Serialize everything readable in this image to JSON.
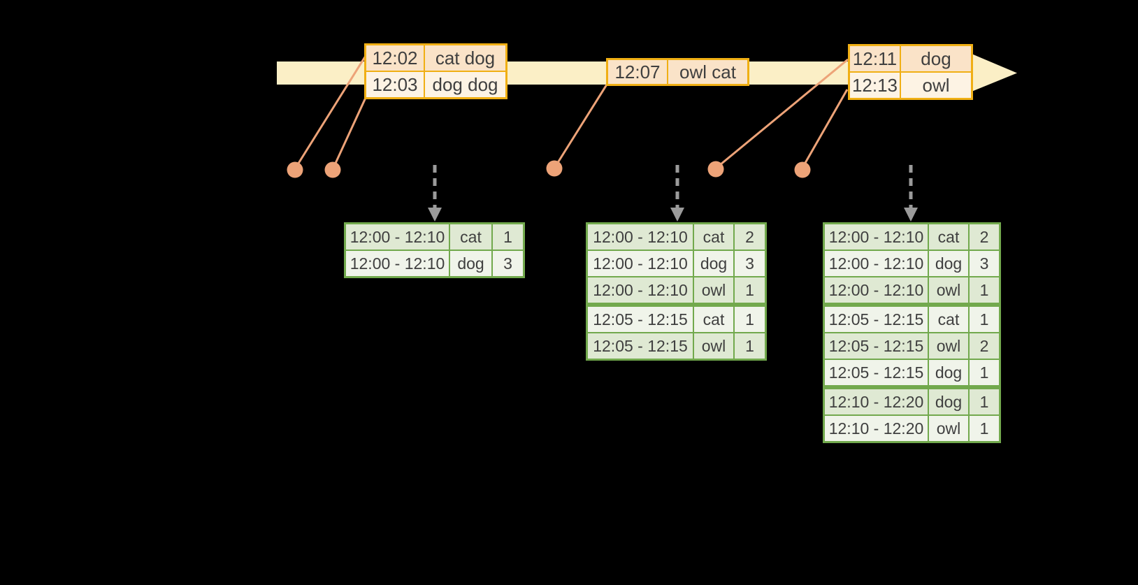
{
  "colors": {
    "background": "#000000",
    "timeline_fill": "#fbefc6",
    "event_border": "#f0af14",
    "event_row_peach": "#fae3c8",
    "event_row_cream": "#fdf3e4",
    "result_border": "#72a94d",
    "result_row_dark": "#dfe9d3",
    "result_row_light": "#f0f4ea",
    "connector": "#eda378",
    "arrow_gray": "#9b9b9b",
    "text": "#3f3f3f"
  },
  "event_tables": [
    {
      "rows": [
        {
          "time": "12:02",
          "words": "cat dog"
        },
        {
          "time": "12:03",
          "words": "dog dog"
        }
      ]
    },
    {
      "rows": [
        {
          "time": "12:07",
          "words": "owl cat"
        }
      ]
    },
    {
      "rows": [
        {
          "time": "12:11",
          "words": "dog"
        },
        {
          "time": "12:13",
          "words": "owl"
        }
      ]
    }
  ],
  "result_tables": [
    {
      "rows": [
        {
          "window": "12:00 - 12:10",
          "word": "cat",
          "count": "1"
        },
        {
          "window": "12:00 - 12:10",
          "word": "dog",
          "count": "3"
        }
      ]
    },
    {
      "rows": [
        {
          "window": "12:00 - 12:10",
          "word": "cat",
          "count": "2"
        },
        {
          "window": "12:00 - 12:10",
          "word": "dog",
          "count": "3"
        },
        {
          "window": "12:00 - 12:10",
          "word": "owl",
          "count": "1"
        },
        {
          "window": "12:05 - 12:15",
          "word": "cat",
          "count": "1"
        },
        {
          "window": "12:05 - 12:15",
          "word": "owl",
          "count": "1"
        }
      ]
    },
    {
      "rows": [
        {
          "window": "12:00 - 12:10",
          "word": "cat",
          "count": "2"
        },
        {
          "window": "12:00 - 12:10",
          "word": "dog",
          "count": "3"
        },
        {
          "window": "12:00 - 12:10",
          "word": "owl",
          "count": "1"
        },
        {
          "window": "12:05 - 12:15",
          "word": "cat",
          "count": "1"
        },
        {
          "window": "12:05 - 12:15",
          "word": "owl",
          "count": "2"
        },
        {
          "window": "12:05 - 12:15",
          "word": "dog",
          "count": "1"
        },
        {
          "window": "12:10 - 12:20",
          "word": "dog",
          "count": "1"
        },
        {
          "window": "12:10 - 12:20",
          "word": "owl",
          "count": "1"
        }
      ]
    }
  ]
}
